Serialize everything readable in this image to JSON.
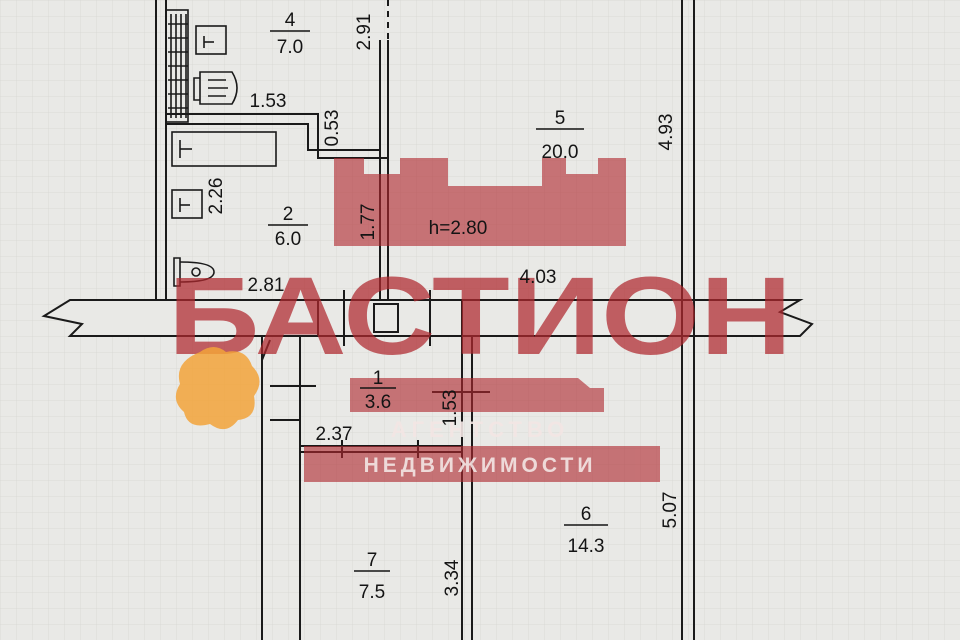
{
  "rooms": [
    {
      "number": "4",
      "area": "7.0"
    },
    {
      "number": "5",
      "area": "20.0"
    },
    {
      "number": "2",
      "area": "6.0"
    },
    {
      "number": "1",
      "area": "3.6"
    },
    {
      "number": "6",
      "area": "14.3"
    },
    {
      "number": "7",
      "area": "7.5"
    }
  ],
  "ceiling_height": "h=2.80",
  "dimensions": [
    "2.91",
    "1.53",
    "0.53",
    "4.93",
    "2.26",
    "1.77",
    "2.81",
    "4.03",
    "1.53",
    "2.37",
    "5.07",
    "3.34"
  ],
  "watermark": {
    "name": "БАСТИОН",
    "line1": "АГЕНТСТВО",
    "line2": "НЕДВИЖИМОСТИ"
  },
  "colors": {
    "paper": "#e9e9e6",
    "walls": "#1a1a1a",
    "watermark": "#b0282e",
    "blob": "#f2a33a"
  }
}
